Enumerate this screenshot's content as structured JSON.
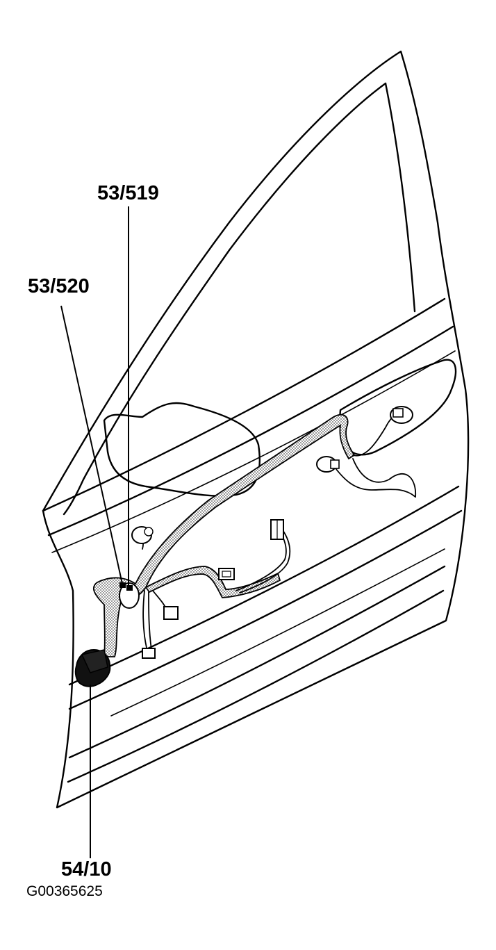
{
  "callouts": {
    "c1": "53/519",
    "c2": "53/520",
    "c3": "54/10"
  },
  "figure_id": "G00365625",
  "colors": {
    "ink": "#000000",
    "loom_fill": "#bdbdbd",
    "background": "#ffffff"
  }
}
